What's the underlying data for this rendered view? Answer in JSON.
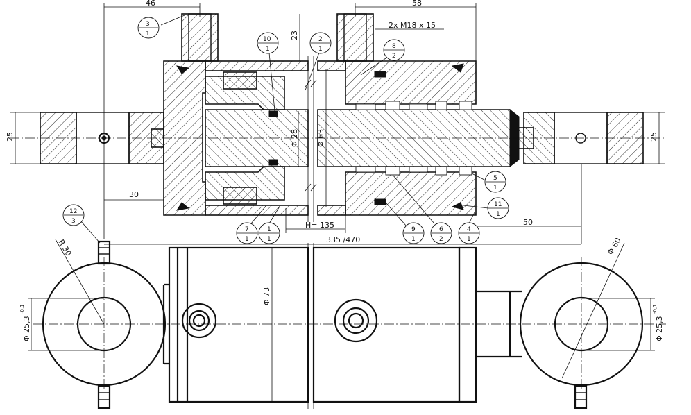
{
  "dimensions": {
    "d46": "46",
    "d58": "58",
    "d23": "23",
    "thread": "2x M18 x 15",
    "d25_left": "25",
    "d25_right": "25",
    "d30": "30",
    "phi28": "Φ 28",
    "phi63": "Φ 63",
    "h135": "H= 135",
    "len": "335 /470",
    "d50": "50",
    "r30": "R 30",
    "phi60": "Φ 60",
    "phi73": "Φ 73",
    "phi25_left": "Φ 25,3",
    "phi25_right": "Φ 25,3",
    "tol_left": "-0,1",
    "tol_right": "-0,1"
  },
  "callouts": [
    {
      "top": "3",
      "bottom": "1"
    },
    {
      "top": "10",
      "bottom": "1"
    },
    {
      "top": "2",
      "bottom": "1"
    },
    {
      "top": "8",
      "bottom": "2"
    },
    {
      "top": "5",
      "bottom": "1"
    },
    {
      "top": "11",
      "bottom": "1"
    },
    {
      "top": "7",
      "bottom": "1"
    },
    {
      "top": "1",
      "bottom": "1"
    },
    {
      "top": "9",
      "bottom": "1"
    },
    {
      "top": "6",
      "bottom": "2"
    },
    {
      "top": "4",
      "bottom": "1"
    },
    {
      "top": "12",
      "bottom": "3"
    }
  ]
}
